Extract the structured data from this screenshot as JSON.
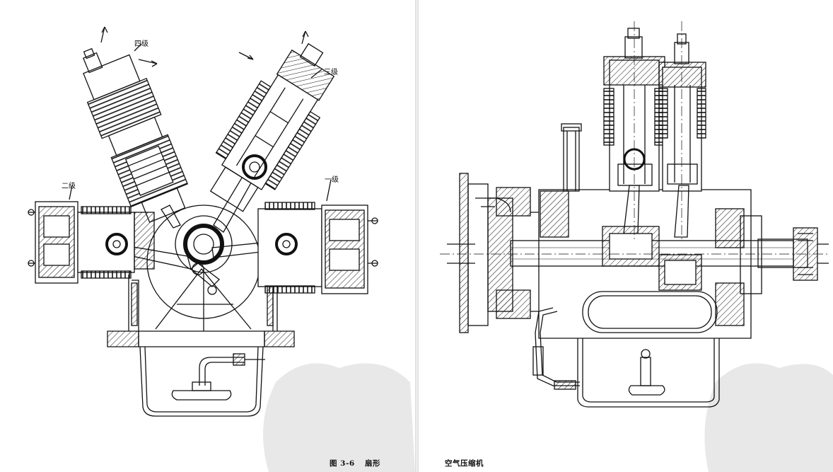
{
  "left_figure": {
    "stage_labels": {
      "stage4": "四级",
      "stage3": "三级",
      "stage2": "二级",
      "stage1": "一级"
    },
    "caption_number": "图 3-6",
    "caption_title": "扇形"
  },
  "right_figure": {
    "caption": "空气压缩机"
  },
  "colors": {
    "line": "#111111",
    "paper": "#ffffff",
    "watermark": "#cfcfcf"
  }
}
